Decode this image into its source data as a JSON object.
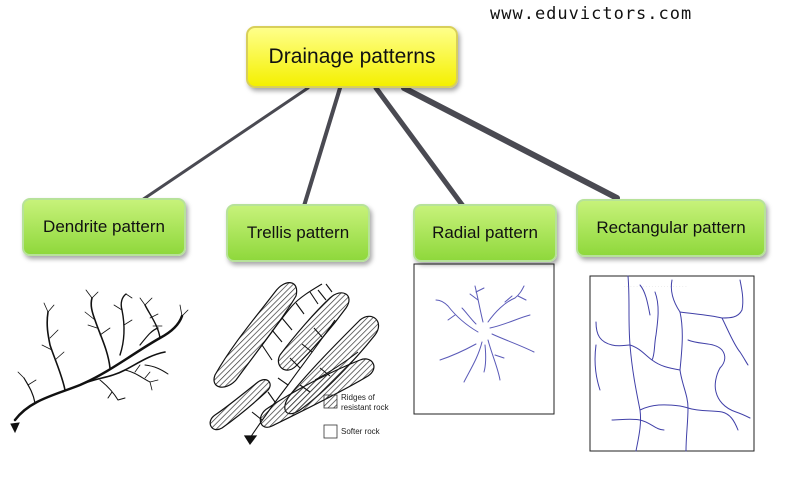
{
  "site_url": "www.eduvictors.com",
  "root": {
    "label": "Drainage patterns"
  },
  "patterns": [
    {
      "label": "Dendrite pattern"
    },
    {
      "label": "Trellis pattern"
    },
    {
      "label": "Radial pattern"
    },
    {
      "label": "Rectangular pattern"
    }
  ],
  "trellis_legend": {
    "ridges_line1": "Ridges of",
    "ridges_line2": "resistant rock",
    "softer": "Softer rock"
  },
  "colors": {
    "root_fill": "#f4f000",
    "node_fill": "#8fd83c",
    "river_blue": "#5a5ab8",
    "connector": "#4a4a52"
  }
}
